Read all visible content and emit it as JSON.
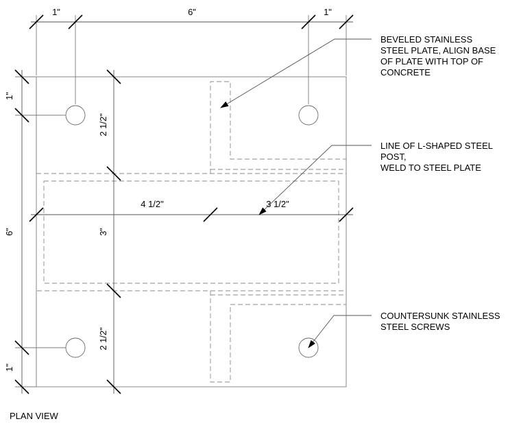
{
  "dimensions": {
    "top_left": "1\"",
    "top_middle": "6\"",
    "top_right": "1\"",
    "left_top": "1\"",
    "left_overall": "6\"",
    "left_bottom": "1\"",
    "inner_upper": "2 1/2\"",
    "inner_middle": "3\"",
    "inner_lower": "2 1/2\"",
    "horizontal_left": "4 1/2\"",
    "horizontal_right": "3 1/2\""
  },
  "notes": {
    "beveled_plate": [
      "BEVELED STAINLESS",
      "STEEL PLATE, ALIGN BASE",
      "OF PLATE WITH TOP OF",
      "CONCRETE"
    ],
    "l_post": [
      "LINE OF L-SHAPED STEEL",
      "POST,",
      "WELD TO STEEL PLATE"
    ],
    "screws": [
      "COUNTERSUNK STAINLESS",
      "STEEL SCREWS"
    ]
  },
  "view_title": "PLAN VIEW"
}
